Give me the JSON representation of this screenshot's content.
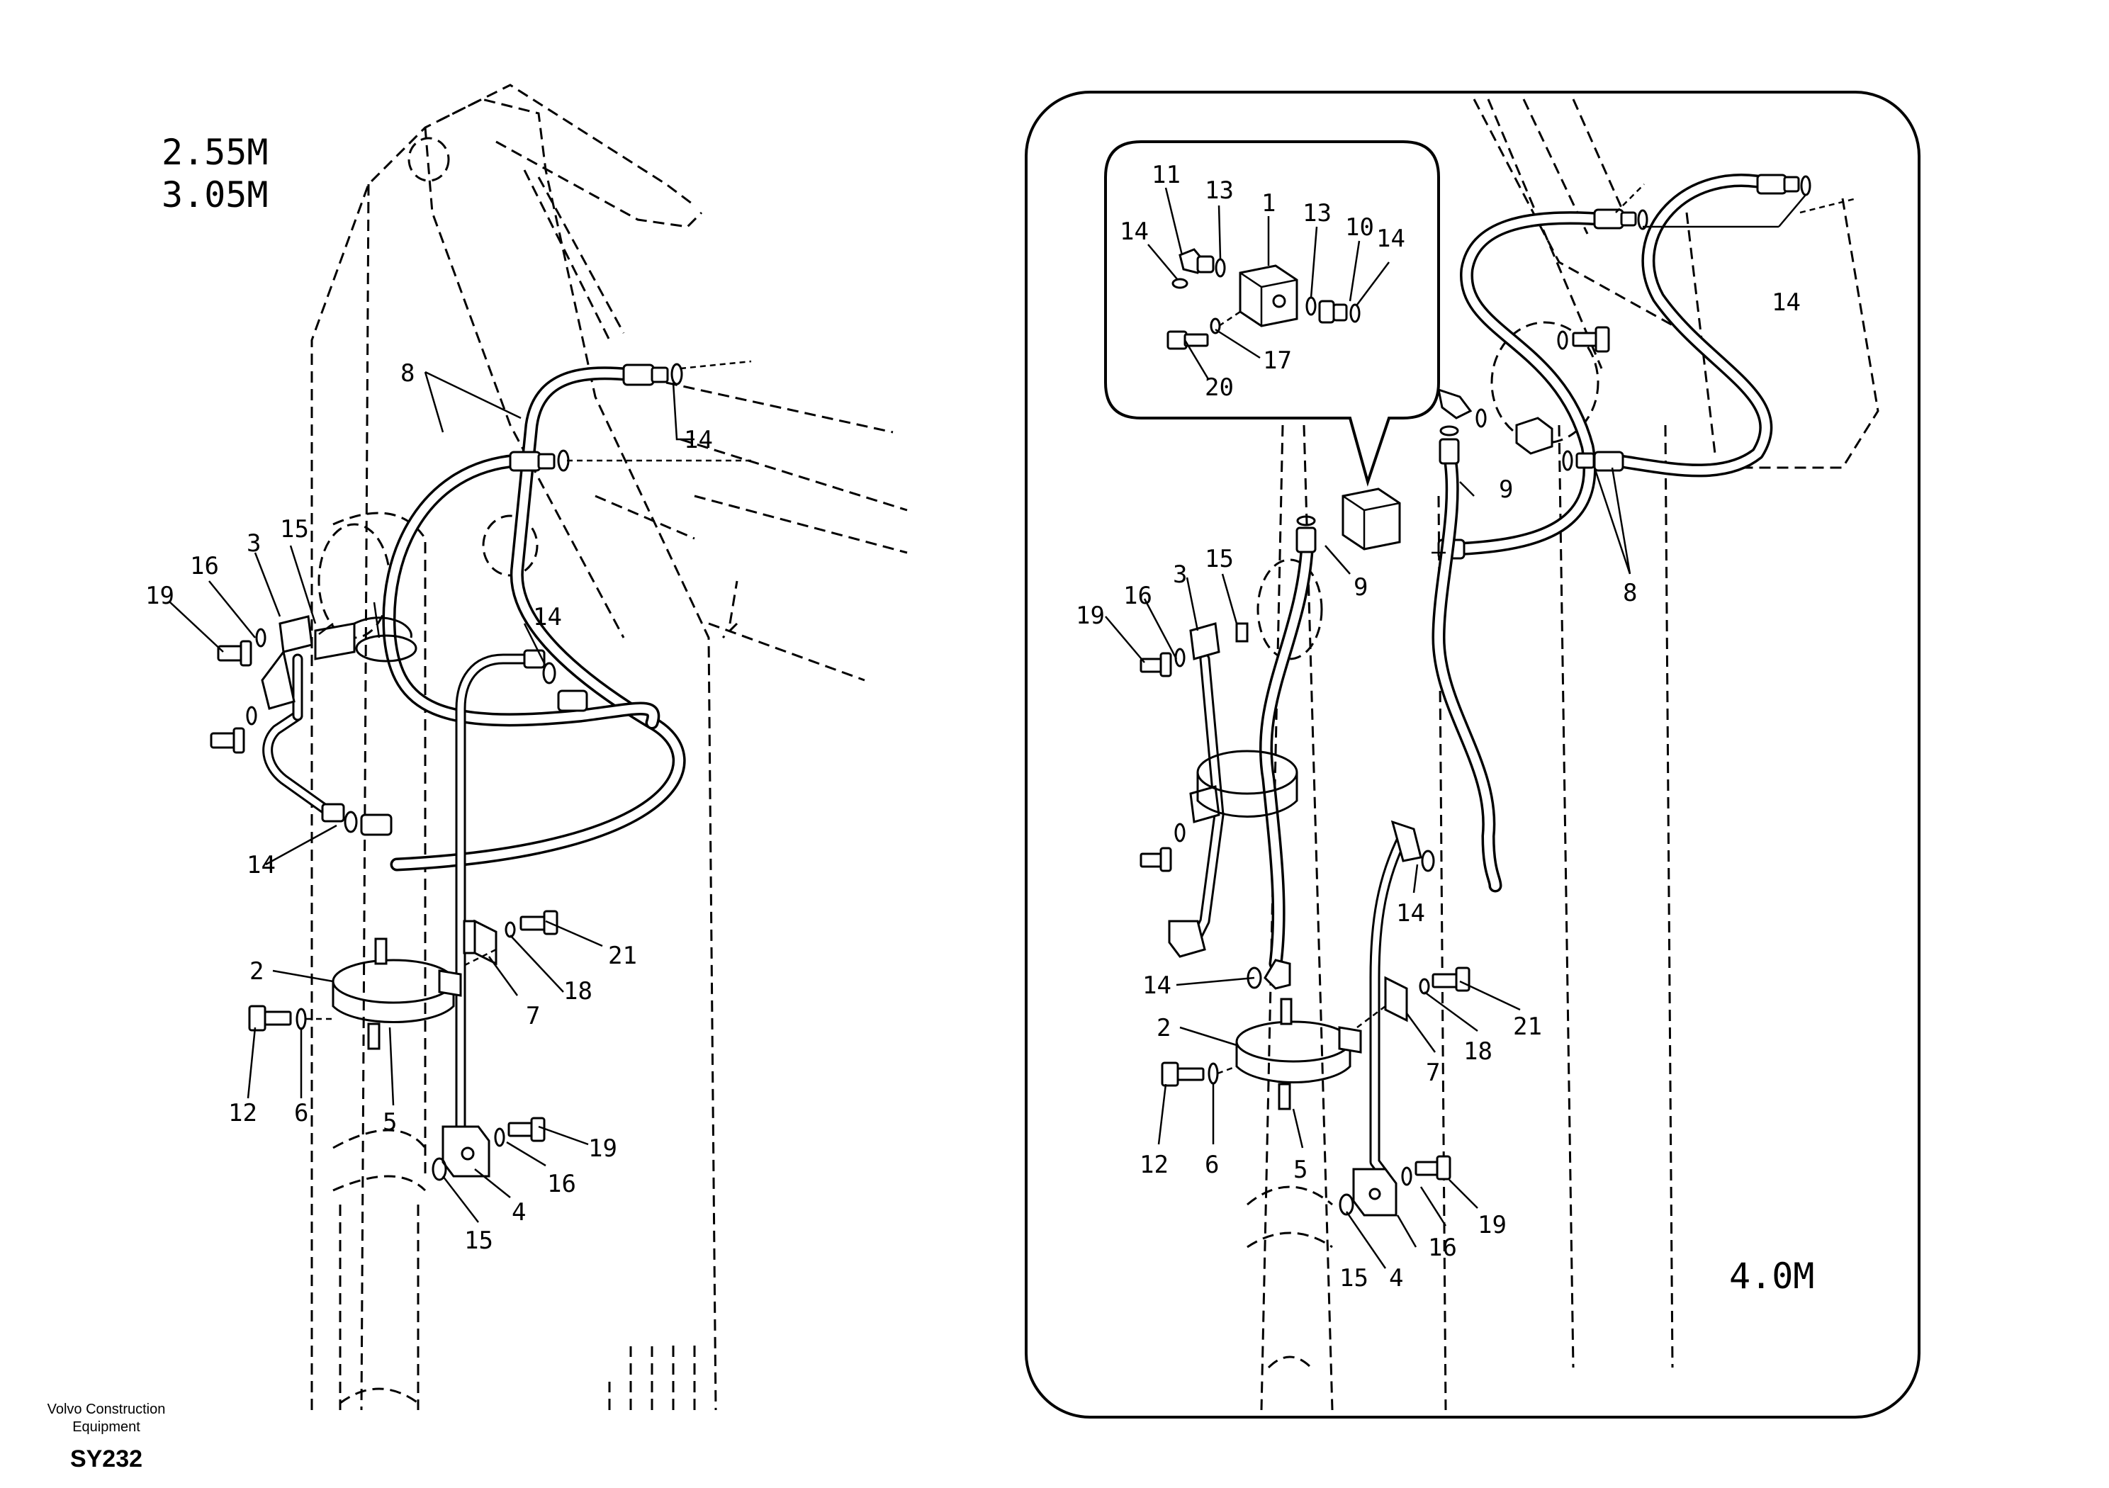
{
  "left_view": {
    "variant_labels": [
      "2.55M",
      "3.05M"
    ],
    "callouts": [
      "8",
      "14",
      "15",
      "3",
      "16",
      "19",
      "14",
      "14",
      "2",
      "12",
      "6",
      "5",
      "7",
      "18",
      "21",
      "19",
      "16",
      "4",
      "15"
    ]
  },
  "right_view": {
    "variant_label": "4.0M",
    "detail_callouts": [
      "11",
      "13",
      "1",
      "13",
      "10",
      "14",
      "14",
      "17",
      "20"
    ],
    "callouts": [
      "14",
      "9",
      "9",
      "8",
      "15",
      "3",
      "16",
      "19",
      "14",
      "14",
      "2",
      "12",
      "6",
      "5",
      "7",
      "18",
      "21",
      "19",
      "16",
      "4",
      "15"
    ]
  },
  "footer": {
    "company_line1": "Volvo Construction",
    "company_line2": "Equipment",
    "code": "SY232"
  }
}
